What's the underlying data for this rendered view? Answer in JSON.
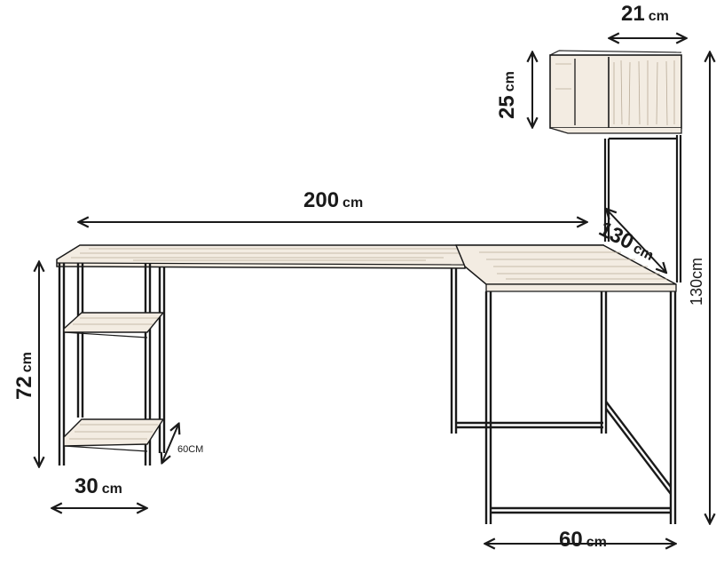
{
  "colors": {
    "ink": "#1a1a1a",
    "wood": "#f3ece2",
    "grain": "#b9ab98",
    "background": "#ffffff"
  },
  "dimensions": {
    "width_top": {
      "value": "200",
      "unit": "cm"
    },
    "depth_right": {
      "value": "130",
      "unit": "cm"
    },
    "shelf_width": {
      "value": "21",
      "unit": "cm"
    },
    "shelf_height": {
      "value": "25",
      "unit": "cm"
    },
    "total_height": {
      "value": "130cm"
    },
    "desk_height": {
      "value": "72",
      "unit": "cm"
    },
    "left_unit_width": {
      "value": "30",
      "unit": "cm"
    },
    "left_unit_depth": {
      "value": "60CM"
    },
    "right_base_width": {
      "value": "60",
      "unit": "cm"
    }
  }
}
